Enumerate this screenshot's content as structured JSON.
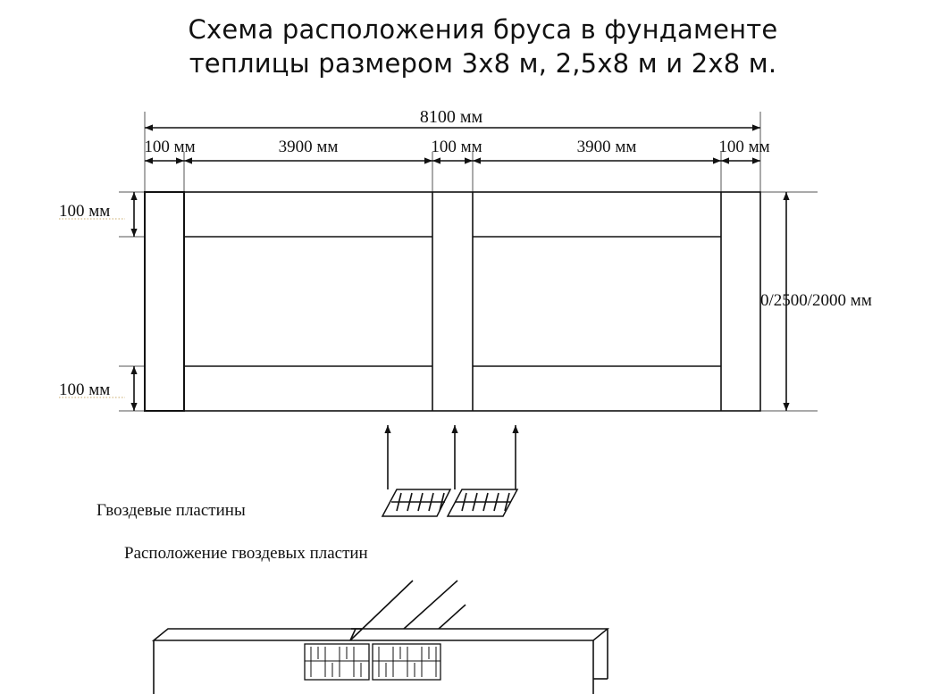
{
  "title": {
    "line1": "Схема расположения бруса в фундаменте",
    "line2": "теплицы размером 3х8 м, 2,5х8 м и 2х8 м."
  },
  "dimensions": {
    "total": "8100 мм",
    "seg1": "100 мм",
    "seg2": "3900 мм",
    "seg3": "100 мм",
    "seg4": "3900 мм",
    "seg5": "100 мм",
    "top_beam": "100 мм",
    "bottom_beam": "100 мм",
    "height": "0/2500/2000 мм"
  },
  "labels": {
    "nail_plates": "Гвоздевые пластины",
    "nail_plates_placement": "Расположение гвоздевых пластин"
  }
}
